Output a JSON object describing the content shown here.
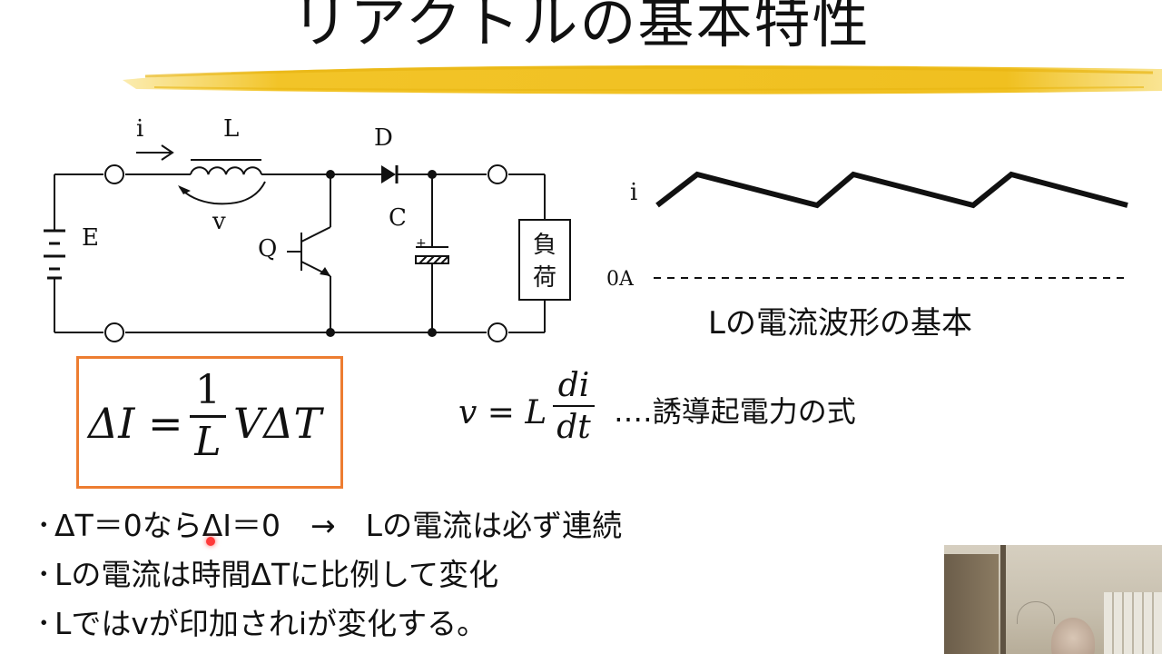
{
  "title": "リアクトルの基本特性",
  "circuit": {
    "label_i": "i",
    "label_L": "L",
    "label_v": "v",
    "label_E": "E",
    "label_Q": "Q",
    "label_D": "D",
    "label_C": "C",
    "label_plus": "+",
    "load_line1": "負",
    "load_line2": "荷"
  },
  "waveform": {
    "label_i": "i",
    "label_zero": "0A",
    "caption": "Lの電流波形の基本"
  },
  "formula_box": {
    "left": "ΔI =",
    "numerator": "1",
    "denominator": "L",
    "right": "VΔT",
    "border_color": "#ed7d31"
  },
  "induced_emf": {
    "left": "v = L",
    "numerator": "di",
    "denominator": "dt",
    "note": "‥‥誘導起電力の式"
  },
  "bullets": [
    "ΔT＝0ならΔI＝0　→　Lの電流は必ず連続",
    "Lの電流は時間ΔTに比例して変化",
    "Lではvが印加されiが変化する。"
  ],
  "bullet_marker": "･"
}
